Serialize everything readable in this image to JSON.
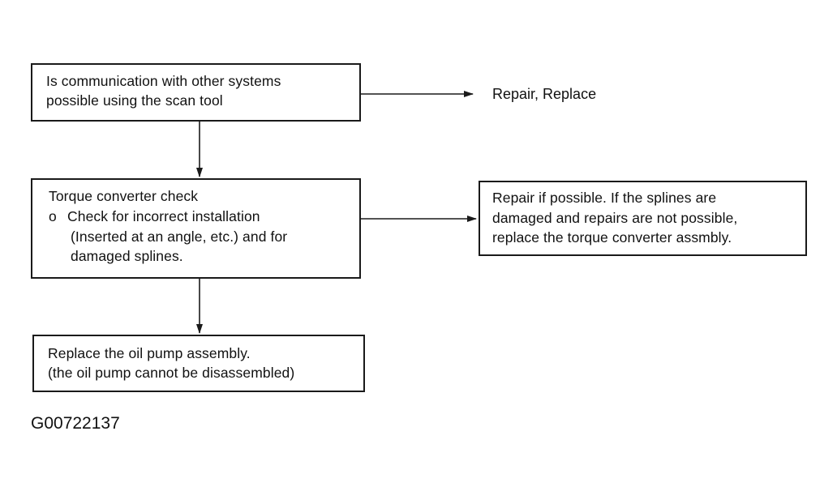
{
  "diagram": {
    "box1": {
      "line1": "Is communication with other systems",
      "line2": "possible using the scan tool"
    },
    "result1": "Repair, Replace",
    "box2": {
      "title": "Torque converter check",
      "bullet": "o",
      "line1": "Check for incorrect installation",
      "line2": "(Inserted at an angle, etc.) and for",
      "line3": "damaged splines."
    },
    "box3": {
      "line1": "Repair if possible. If the splines are",
      "line2": "damaged and repairs are not possible,",
      "line3": "replace the torque converter assmbly."
    },
    "box4": {
      "line1": "Replace the oil pump assembly.",
      "line2": "(the oil pump cannot be disassembled)"
    },
    "figure_id": "G00722137"
  },
  "colors": {
    "line": "#1a1a1a",
    "background": "#ffffff"
  }
}
